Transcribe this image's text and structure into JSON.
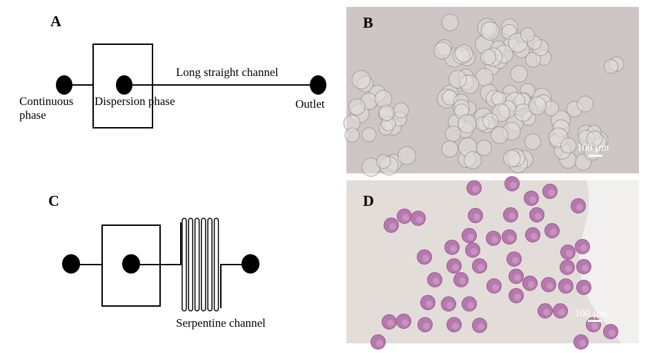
{
  "panels": {
    "a": {
      "letter": "A",
      "continuous_1": "Continuous",
      "continuous_2": "phase",
      "dispersion": "Dispersion phase",
      "channel": "Long straight channel",
      "outlet": "Outlet"
    },
    "b": {
      "letter": "B",
      "scale": "100 µm"
    },
    "c": {
      "letter": "C",
      "channel": "Serpentine channel"
    },
    "d": {
      "letter": "D",
      "scale": "100 µm"
    }
  },
  "colors": {
    "ink": "#000000",
    "b_bg": "#cdc6c5",
    "d_bg": "#e2ddd8",
    "cell_purple": "#b678ad"
  }
}
